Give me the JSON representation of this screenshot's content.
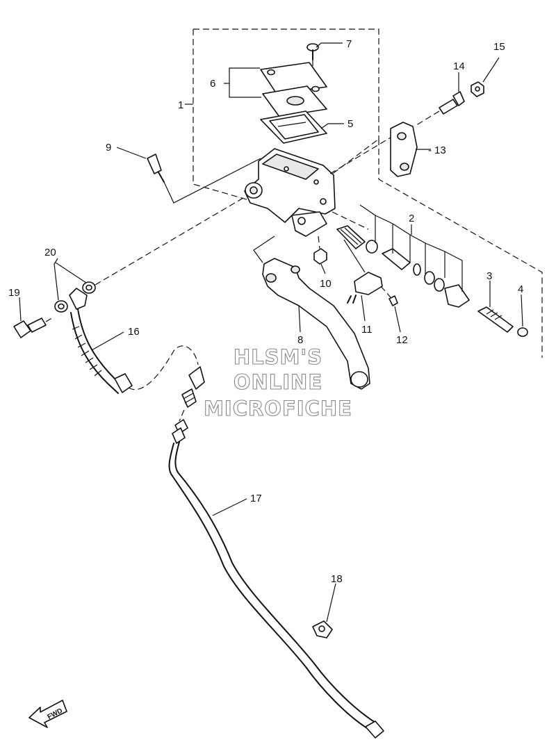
{
  "diagram": {
    "labels": {
      "p1": "1",
      "p2": "2",
      "p3": "3",
      "p4": "4",
      "p5": "5",
      "p6": "6",
      "p7": "7",
      "p8": "8",
      "p9": "9",
      "p10": "10",
      "p11": "11",
      "p12": "12",
      "p13": "13",
      "p14": "14",
      "p15": "15",
      "p16": "16",
      "p17": "17",
      "p18": "18",
      "p19": "19",
      "p20": "20"
    },
    "watermark": {
      "line1": "HLSM'S",
      "line2": "ONLINE",
      "line3": "MICROFICHE"
    },
    "fwd_arrow": "FWD"
  }
}
